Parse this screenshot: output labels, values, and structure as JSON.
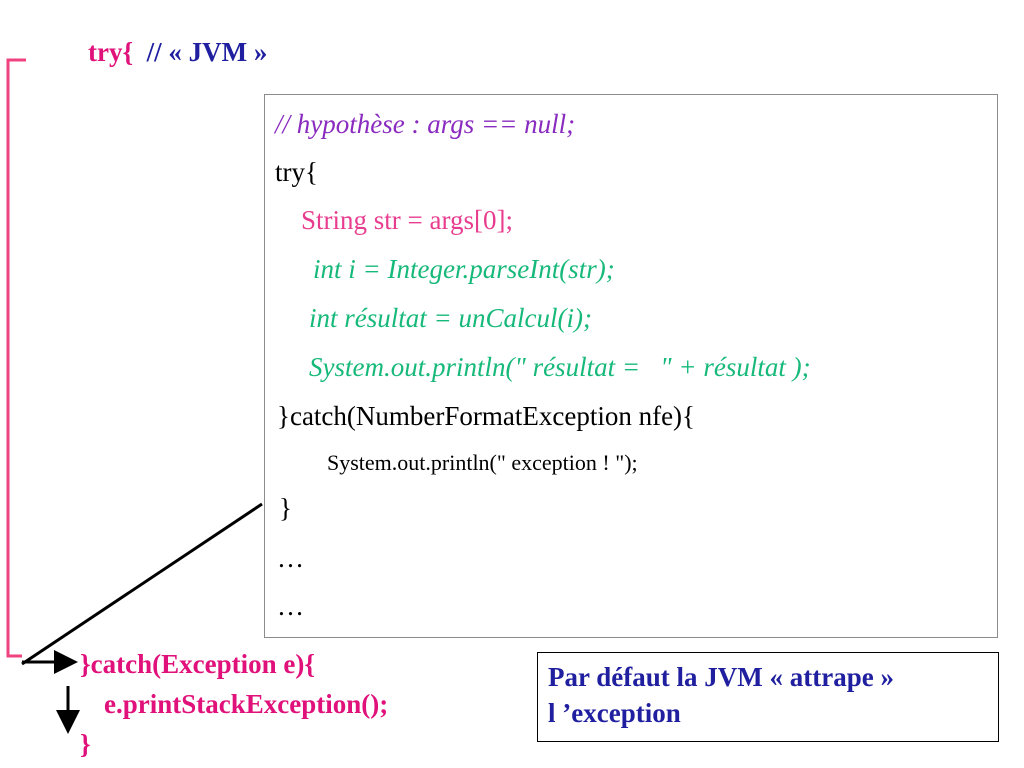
{
  "colors": {
    "keyword_red": "#e0117a",
    "code_pink": "#e83d8f",
    "comment_purple": "#8a2bbf",
    "code_green": "#17b97a",
    "text_blue": "#1f1fa0",
    "text_black": "#000000",
    "bracket_pink": "#f0427f",
    "panel_border": "#8c8c8c"
  },
  "header": {
    "keyword": "try{",
    "comment": "// « JVM »"
  },
  "code": {
    "lines": [
      "// hypothèse : args == null;",
      "try{",
      "String str = args[0];",
      "int i = Integer.parseInt(str);",
      "int résultat = unCalcul(i);",
      "System.out.println(\" résultat =   \" + résultat );",
      "}catch(NumberFormatException nfe){",
      "System.out.println(\" exception ! \");",
      "}",
      "…",
      "…"
    ]
  },
  "outer_catch": {
    "lines": [
      "}catch(Exception e){",
      "e.printStackException();",
      "}"
    ]
  },
  "note": {
    "line1": "Par défaut la JVM « attrape »",
    "line2": "l ’exception"
  }
}
